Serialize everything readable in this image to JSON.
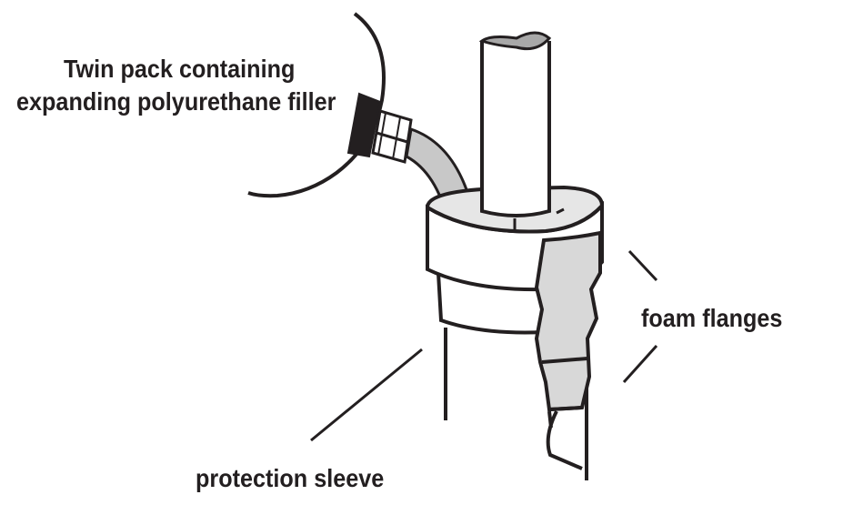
{
  "labels": {
    "twin_pack_line1": "Twin pack containing",
    "twin_pack_line2": "expanding polyurethane filler",
    "foam_flanges": "foam flanges",
    "protection_sleeve": "protection sleeve"
  },
  "colors": {
    "stroke": "#231f20",
    "foam_fill": "#d8d8d8",
    "pipe_top_fill": "#a8a8a8",
    "background": "#ffffff"
  }
}
